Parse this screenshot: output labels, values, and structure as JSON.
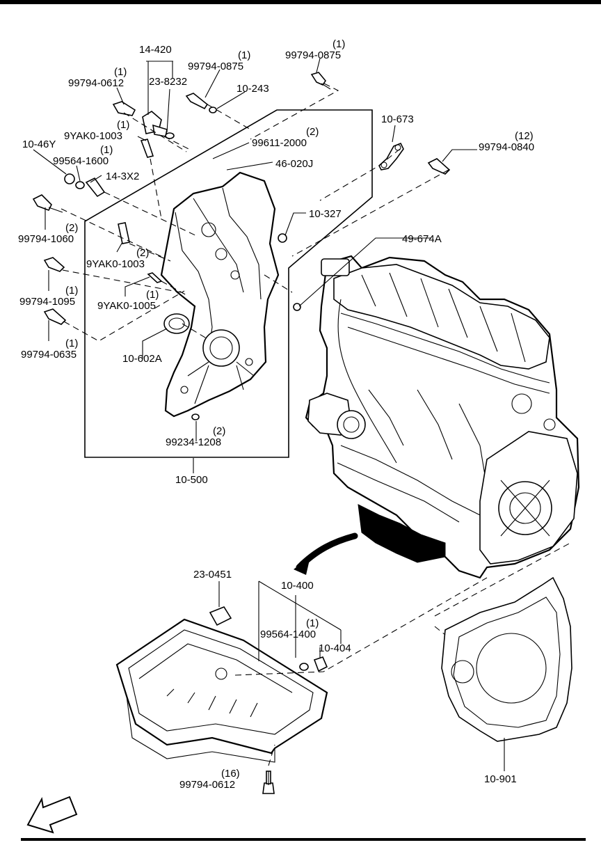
{
  "labels": {
    "l_14_420": "14-420",
    "l_23_8232": "23-8232",
    "l_99794_0612_a": "99794-0612",
    "l_99794_0612_a_qty": "(1)",
    "l_99794_0875_a": "99794-0875",
    "l_99794_0875_a_qty": "(1)",
    "l_99794_0875_b": "99794-0875",
    "l_99794_0875_b_qty": "(1)",
    "l_10_243": "10-243",
    "l_9yak0_1003_a": "9YAK0-1003",
    "l_9yak0_1003_a_qty": "(1)",
    "l_10_46y": "10-46Y",
    "l_99564_1600": "99564-1600",
    "l_99564_1600_qty": "(1)",
    "l_14_3x2": "14-3X2",
    "l_99611_2000": "99611-2000",
    "l_99611_2000_qty": "(2)",
    "l_46_020j": "46-020J",
    "l_10_673": "10-673",
    "l_99794_0840": "99794-0840",
    "l_99794_0840_qty": "(12)",
    "l_10_327": "10-327",
    "l_99794_1060": "99794-1060",
    "l_99794_1060_qty": "(2)",
    "l_9yak0_1003_b": "9YAK0-1003",
    "l_9yak0_1003_b_qty": "(2)",
    "l_49_674a": "49-674A",
    "l_99794_1095": "99794-1095",
    "l_99794_1095_qty": "(1)",
    "l_9yak0_1005": "9YAK0-1005",
    "l_9yak0_1005_qty": "(1)",
    "l_99794_0635": "99794-0635",
    "l_99794_0635_qty": "(1)",
    "l_10_602a": "10-602A",
    "l_99234_1208": "99234-1208",
    "l_99234_1208_qty": "(2)",
    "l_10_500": "10-500",
    "l_23_0451": "23-0451",
    "l_10_400": "10-400",
    "l_99564_1400": "99564-1400",
    "l_99564_1400_qty": "(1)",
    "l_10_404": "10-404",
    "l_99794_0612_b": "99794-0612",
    "l_99794_0612_b_qty": "(16)",
    "l_10_901": "10-901",
    "fwd": "FWD"
  }
}
